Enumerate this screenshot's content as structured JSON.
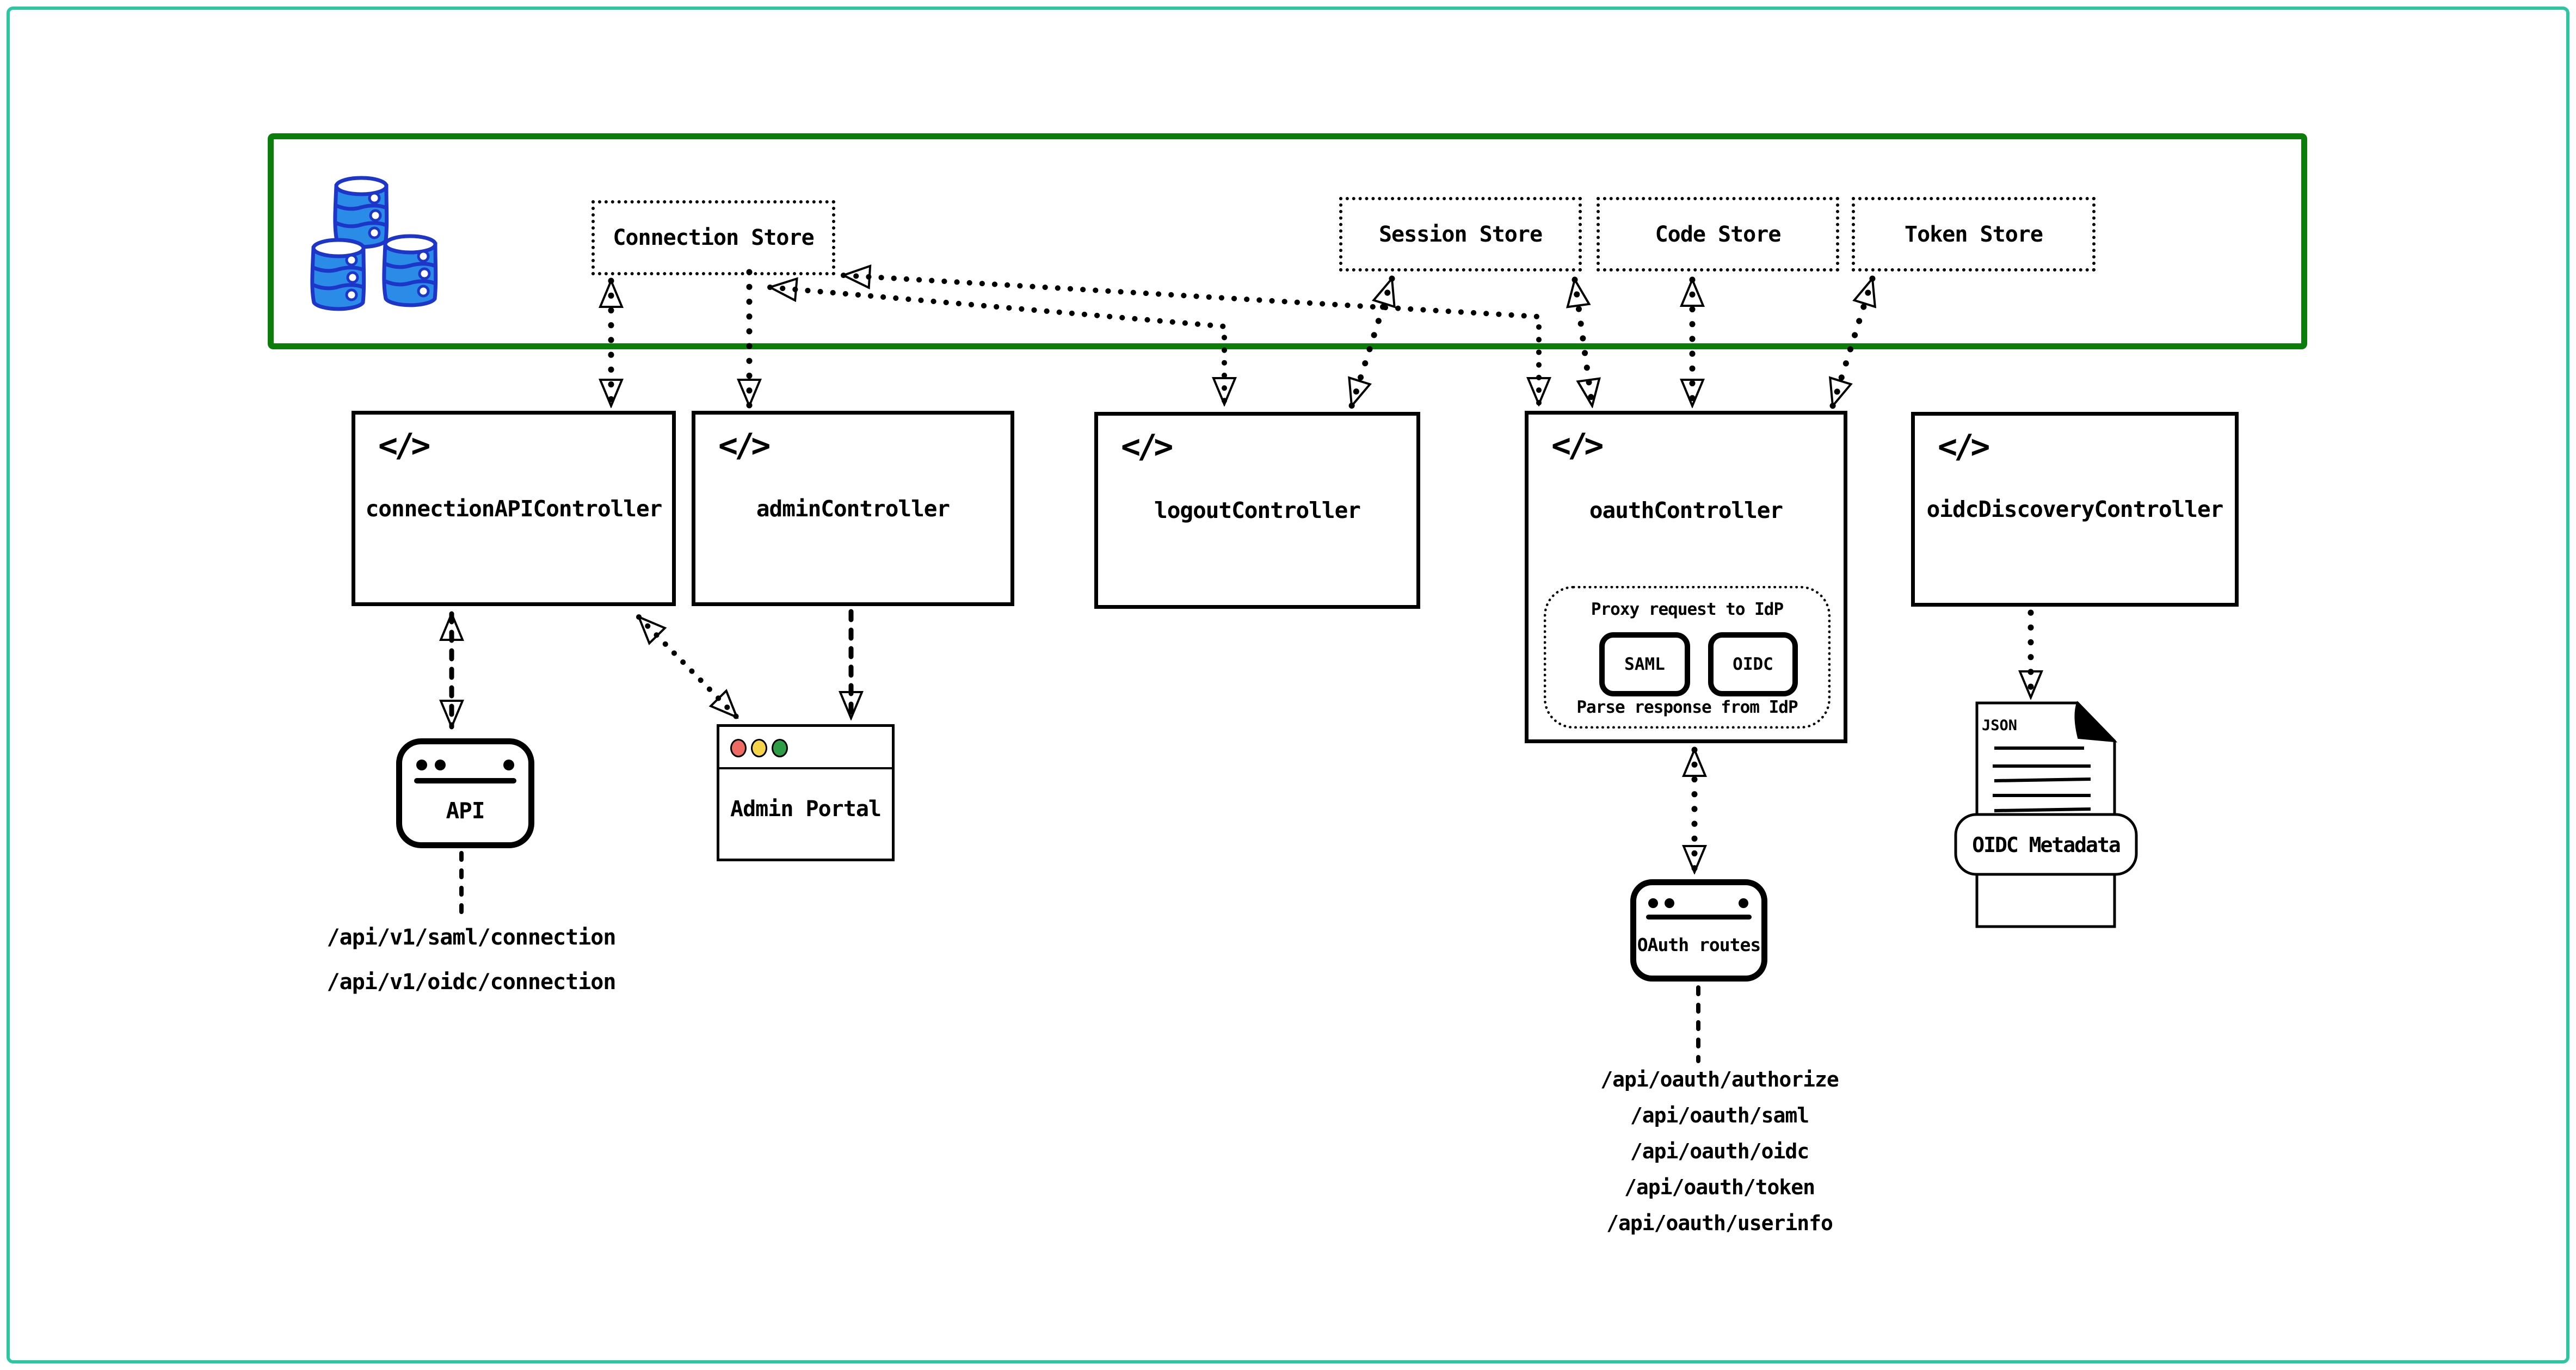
{
  "diagram": {
    "stores": {
      "connection": {
        "label": "Connection Store"
      },
      "session": {
        "label": "Session Store"
      },
      "code": {
        "label": "Code Store"
      },
      "token": {
        "label": "Token Store"
      }
    },
    "controllers": {
      "code_icon": "</>",
      "connection_api": {
        "label": "connectionAPIController"
      },
      "admin": {
        "label": "adminController"
      },
      "logout": {
        "label": "logoutController"
      },
      "oauth": {
        "label": "oauthController",
        "proxy_note": "Proxy request to IdP",
        "saml_label": "SAML",
        "oidc_label": "OIDC",
        "parse_note": "Parse response from IdP"
      },
      "oidc_discovery": {
        "label": "oidcDiscoveryController"
      }
    },
    "clients": {
      "api": {
        "label": "API"
      },
      "admin_portal": {
        "label": "Admin Portal"
      },
      "oauth_routes": {
        "label": "OAuth routes"
      }
    },
    "oidc_metadata_doc": {
      "file_type": "JSON",
      "banner": "OIDC Metadata"
    },
    "endpoints": {
      "connection_api": [
        "/api/v1/saml/connection",
        "/api/v1/oidc/connection"
      ],
      "oauth": [
        "/api/oauth/authorize",
        "/api/oauth/saml",
        "/api/oauth/oidc",
        "/api/oauth/token",
        "/api/oauth/userinfo"
      ]
    },
    "colors": {
      "frame_teal": "#2cc6a3",
      "data_layer_green": "#0b7d0b",
      "database_blue": "#2b8ce8",
      "database_outline": "#1d36c9",
      "window_dot_red": "#ee6b63",
      "window_dot_yellow": "#f5d44c",
      "window_dot_green": "#2d9e45",
      "ink": "#000000"
    }
  }
}
